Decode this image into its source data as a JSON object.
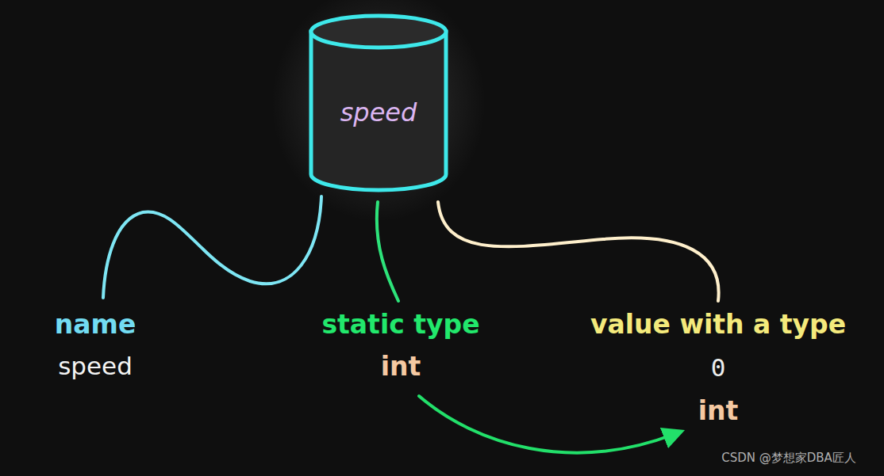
{
  "diagram": {
    "nodes": [
      {
        "text": [
          "speed"
        ]
      }
    ],
    "labels": [
      "name",
      "speed",
      "static type",
      "int",
      "value with a type",
      "0",
      "int",
      "CSDN @梦想家DBA匠人"
    ]
  }
}
